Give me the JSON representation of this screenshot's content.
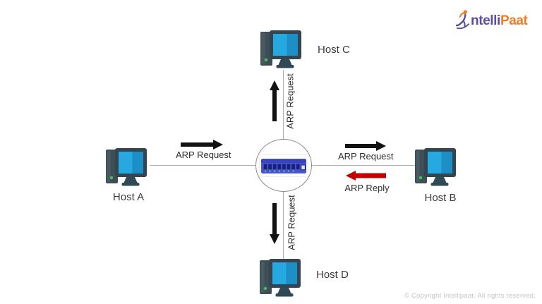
{
  "brand": {
    "logo_part1": "ntelli",
    "logo_part2": "Paat",
    "purple": "#5D4C9F",
    "orange": "#F47B20"
  },
  "footer": {
    "copyright": "© Copyright Intellipaat. All rights reserved."
  },
  "diagram": {
    "switch": {
      "type": "network-switch",
      "body_color": "#4954CB"
    },
    "hosts": [
      {
        "label": "Host A",
        "position": "left"
      },
      {
        "label": "Host B",
        "position": "right"
      },
      {
        "label": "Host C",
        "position": "top"
      },
      {
        "label": "Host D",
        "position": "bottom"
      }
    ],
    "flows": [
      {
        "label": "ARP Request",
        "from": "Host A",
        "to": "Switch",
        "direction": "right",
        "color": "#121212"
      },
      {
        "label": "ARP Request",
        "from": "Switch",
        "to": "Host B",
        "direction": "right",
        "color": "#121212"
      },
      {
        "label": "ARP Reply",
        "from": "Host B",
        "to": "Switch",
        "direction": "left",
        "color": "#C00000"
      },
      {
        "label": "ARP Request",
        "from": "Switch",
        "to": "Host C",
        "direction": "up",
        "color": "#121212"
      },
      {
        "label": "ARP Request",
        "from": "Switch",
        "to": "Host D",
        "direction": "down",
        "color": "#121212"
      }
    ]
  }
}
